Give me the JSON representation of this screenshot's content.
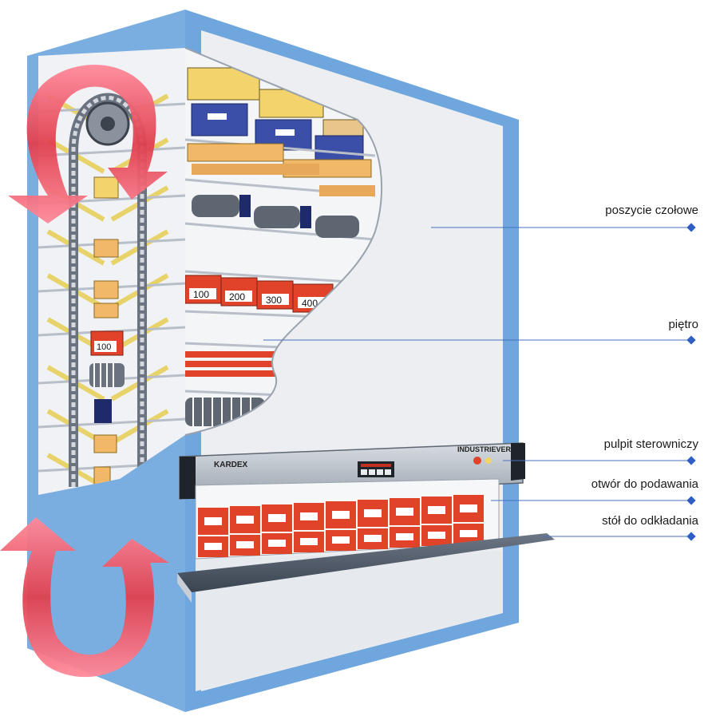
{
  "machine": {
    "brand_label": "KARDEX",
    "model_label": "INDUSTRIEVER",
    "bin_labels": [
      "100",
      "200",
      "300",
      "400"
    ],
    "lift_bin_label": "100"
  },
  "callouts": [
    {
      "id": "front-panel",
      "text": "poszycie czołowe"
    },
    {
      "id": "floor",
      "text": "piętro"
    },
    {
      "id": "control-panel",
      "text": "pulpit sterowniczy"
    },
    {
      "id": "access-opening",
      "text": "otwór do podawania"
    },
    {
      "id": "shelf-table",
      "text": "stół do odkładania"
    }
  ],
  "colors": {
    "frame_blue": "#7aaee0",
    "panel_gray": "#eceef1",
    "arrow_red": "#e04050",
    "bin_red": "#e0432a",
    "box_yellow": "#f3d36b",
    "box_orange": "#f1b867",
    "box_blue": "#3b4fa8",
    "callout_line": "#4a6fc0"
  }
}
